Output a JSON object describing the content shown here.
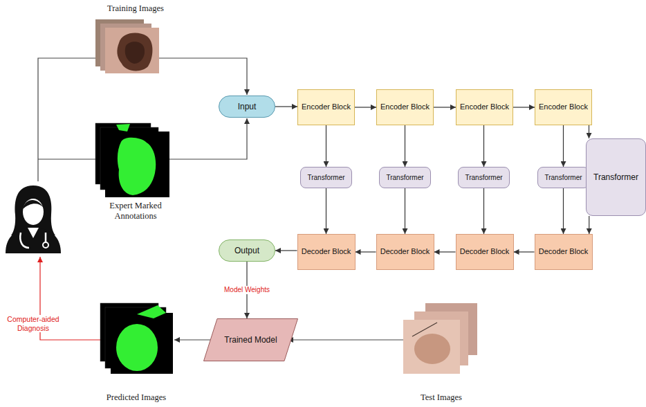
{
  "diagram": {
    "nodes": [
      {
        "text": [
          "Input"
        ]
      },
      {
        "text": [
          "Encoder Block"
        ]
      },
      {
        "text": [
          "Encoder Block"
        ]
      },
      {
        "text": [
          "Encoder Block"
        ]
      },
      {
        "text": [
          "Encoder Block"
        ]
      },
      {
        "text": [
          "Transformer"
        ]
      },
      {
        "text": [
          "Transformer"
        ]
      },
      {
        "text": [
          "Transformer"
        ]
      },
      {
        "text": [
          "Transformer"
        ]
      },
      {
        "text": [
          "Transformer"
        ]
      },
      {
        "text": [
          "Output"
        ]
      },
      {
        "text": [
          "Decoder Block"
        ]
      },
      {
        "text": [
          "Decoder Block"
        ]
      },
      {
        "text": [
          "Decoder Block"
        ]
      },
      {
        "text": [
          "Decoder Block"
        ]
      },
      {
        "text": [
          "Trained Model"
        ]
      }
    ],
    "edges": [
      {
        "from": 0,
        "to": 1,
        "arrow": "to"
      },
      {
        "from": 1,
        "to": 2,
        "arrow": "to"
      },
      {
        "from": 2,
        "to": 3,
        "arrow": "to"
      },
      {
        "from": 3,
        "to": 4,
        "arrow": "to"
      },
      {
        "from": 4,
        "to": 9,
        "arrow": "to"
      },
      {
        "from": 1,
        "to": 5,
        "arrow": "to"
      },
      {
        "from": 2,
        "to": 6,
        "arrow": "to"
      },
      {
        "from": 3,
        "to": 7,
        "arrow": "to"
      },
      {
        "from": 4,
        "to": 8,
        "arrow": "to"
      },
      {
        "from": 5,
        "to": 11,
        "arrow": "to"
      },
      {
        "from": 6,
        "to": 12,
        "arrow": "to"
      },
      {
        "from": 7,
        "to": 13,
        "arrow": "to"
      },
      {
        "from": 8,
        "to": 14,
        "arrow": "to"
      },
      {
        "from": 9,
        "to": 14,
        "arrow": "to"
      },
      {
        "from": 14,
        "to": 13,
        "arrow": "to"
      },
      {
        "from": 13,
        "to": 12,
        "arrow": "to"
      },
      {
        "from": 12,
        "to": 11,
        "arrow": "to"
      },
      {
        "from": 11,
        "to": 10,
        "arrow": "to"
      },
      {
        "from": 10,
        "to": 15,
        "label": "Model Weights",
        "arrow": "to"
      }
    ],
    "labels": [
      "Training Images",
      "Expert Marked Annotations",
      "Predicted Images",
      "Test Images",
      "Computer-aided Diagnosis"
    ]
  }
}
